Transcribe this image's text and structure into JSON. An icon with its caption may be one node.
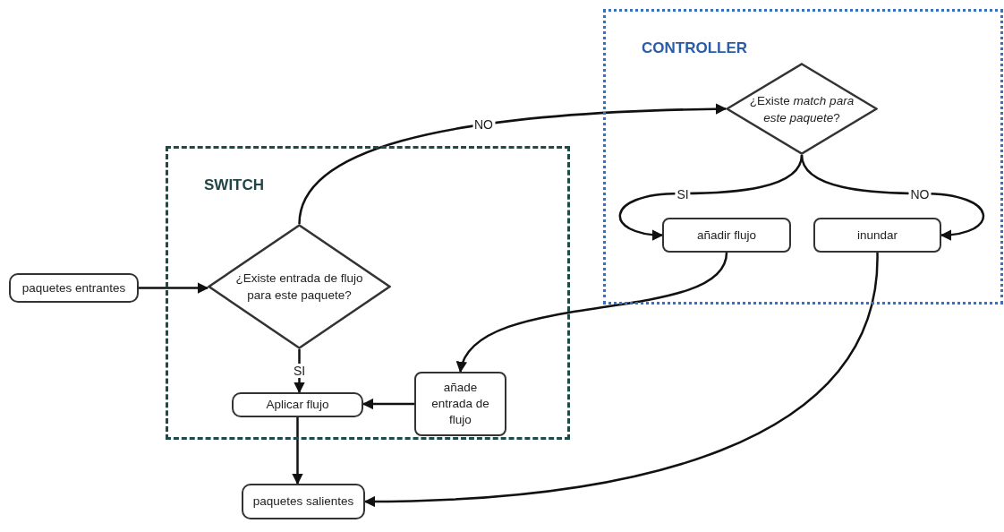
{
  "diagram": {
    "nodes": [
      {
        "text": [
          "SWITCH"
        ]
      },
      {
        "text": [
          "CONTROLLER"
        ]
      },
      {
        "text": [
          "paquetes entrantes"
        ]
      },
      {
        "text": [
          "¿Existe entrada de flujo para este paquete?"
        ],
        "in": 0
      },
      {
        "text": [
          "Aplicar flujo"
        ],
        "in": 0
      },
      {
        "text": [
          "añade entrada de flujo"
        ],
        "in": 0
      },
      {
        "text": [
          "paquetes salientes"
        ]
      },
      {
        "text": [
          "¿Existe *match para este paquete*?"
        ],
        "in": 1
      },
      {
        "text": [
          "añadir flujo"
        ],
        "in": 1
      },
      {
        "text": [
          "inundar"
        ],
        "in": 1
      }
    ],
    "edges": [
      {
        "from": 2,
        "to": 3,
        "arrow": "to"
      },
      {
        "from": 3,
        "to": 7,
        "arrow": "to",
        "label": "NO"
      },
      {
        "from": 3,
        "to": 4,
        "arrow": "to",
        "label": "SI"
      },
      {
        "from": 7,
        "to": 8,
        "arrow": "to",
        "label": "SI"
      },
      {
        "from": 7,
        "to": 9,
        "arrow": "to",
        "label": "NO"
      },
      {
        "from": 8,
        "to": 5,
        "arrow": "to"
      },
      {
        "from": 5,
        "to": 4,
        "arrow": "to"
      },
      {
        "from": 4,
        "to": 6,
        "arrow": "to"
      },
      {
        "from": 9,
        "to": 6,
        "arrow": "to"
      }
    ]
  }
}
